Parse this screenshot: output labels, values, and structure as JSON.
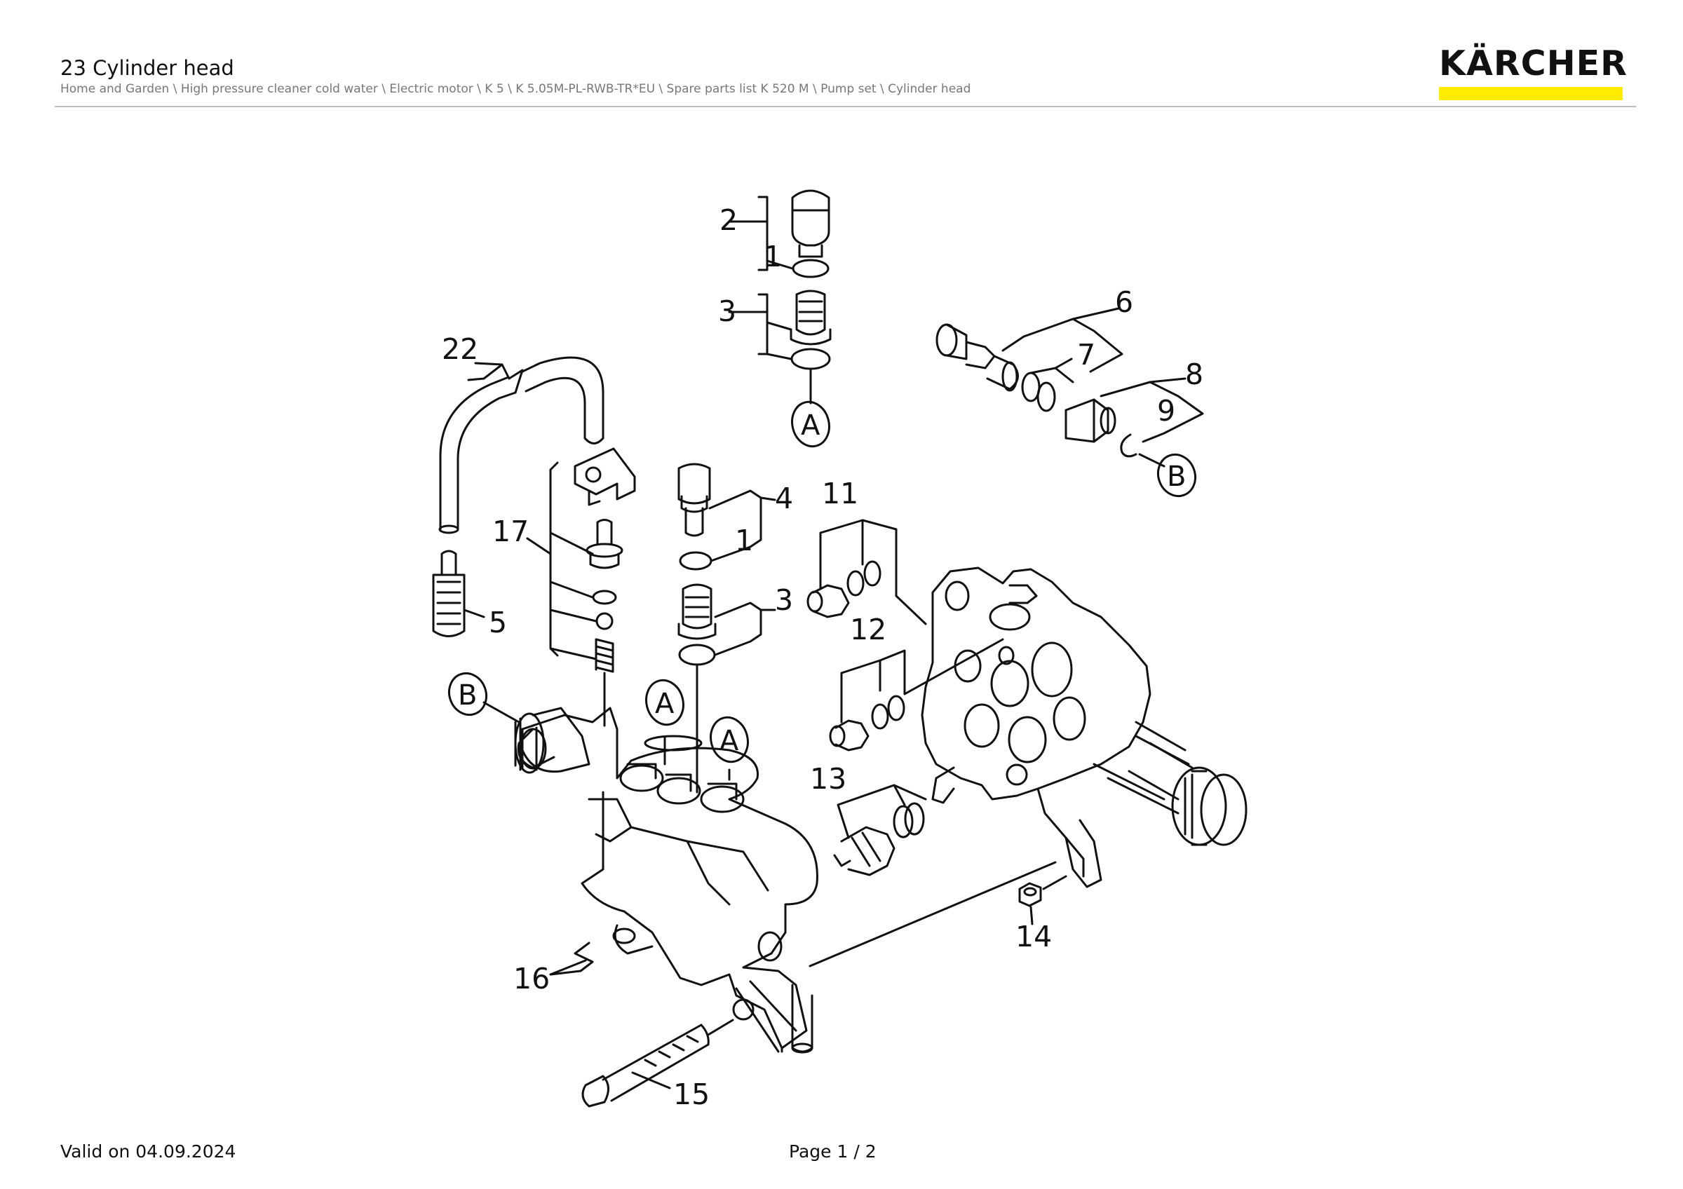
{
  "header": {
    "title": "23 Cylinder head",
    "breadcrumb": "Home and Garden \\ High pressure cleaner cold water \\ Electric motor \\ K 5 \\ K 5.05M-PL-RWB-TR*EU \\ Spare parts list K 520 M \\ Pump set \\ Cylinder head",
    "brand": "KÄRCHER",
    "brand_color": "#ffec00"
  },
  "footer": {
    "valid_text": "Valid on 04.09.2024",
    "page_text": "Page 1 / 2"
  },
  "diagram": {
    "part_labels": [
      "1",
      "2",
      "3",
      "4",
      "1",
      "3",
      "5",
      "6",
      "7",
      "8",
      "9",
      "11",
      "12",
      "13",
      "14",
      "15",
      "16",
      "17",
      "22"
    ],
    "reference_markers": [
      "A",
      "A",
      "A",
      "B",
      "B"
    ]
  }
}
